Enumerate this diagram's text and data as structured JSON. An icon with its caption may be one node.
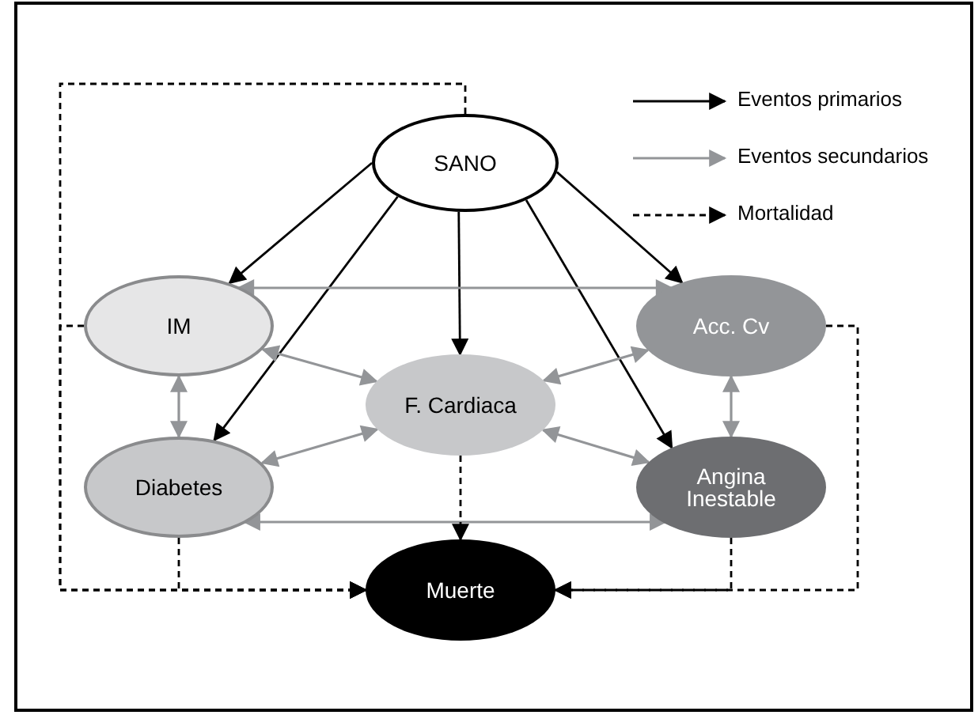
{
  "diagram": {
    "nodes": [
      {
        "text": [
          "SANO"
        ]
      },
      {
        "text": [
          "IM"
        ]
      },
      {
        "text": [
          "Acc. Cv"
        ]
      },
      {
        "text": [
          "F. Cardiaca"
        ]
      },
      {
        "text": [
          "Diabetes"
        ]
      },
      {
        "text": [
          "Angina Inestable"
        ]
      },
      {
        "text": [
          "Muerte"
        ]
      }
    ],
    "edges": [
      {
        "from": 0,
        "to": 1,
        "arrow": "to"
      },
      {
        "from": 0,
        "to": 4,
        "arrow": "to"
      },
      {
        "from": 0,
        "to": 3,
        "arrow": "to"
      },
      {
        "from": 0,
        "to": 5,
        "arrow": "to"
      },
      {
        "from": 0,
        "to": 2,
        "arrow": "to"
      },
      {
        "from": 1,
        "to": 2,
        "arrow": "both",
        "color": "#939598"
      },
      {
        "from": 1,
        "to": 3,
        "arrow": "both",
        "color": "#939598"
      },
      {
        "from": 1,
        "to": 4,
        "arrow": "both",
        "color": "#939598"
      },
      {
        "from": 3,
        "to": 2,
        "arrow": "both",
        "color": "#939598"
      },
      {
        "from": 3,
        "to": 4,
        "arrow": "both",
        "color": "#939598"
      },
      {
        "from": 3,
        "to": 5,
        "arrow": "both",
        "color": "#939598"
      },
      {
        "from": 2,
        "to": 5,
        "arrow": "both",
        "color": "#939598"
      },
      {
        "from": 4,
        "to": 5,
        "arrow": "both",
        "color": "#939598"
      },
      {
        "from": 0,
        "to": 6,
        "arrow": "to",
        "style": "dashed"
      },
      {
        "from": 1,
        "to": 6,
        "arrow": "to",
        "style": "dashed"
      },
      {
        "from": 4,
        "to": 6,
        "arrow": "to",
        "style": "dashed"
      },
      {
        "from": 3,
        "to": 6,
        "arrow": "to",
        "style": "dashed"
      },
      {
        "from": 2,
        "to": 6,
        "arrow": "to",
        "style": "dashed"
      },
      {
        "from": 5,
        "to": 6,
        "arrow": "to",
        "style": "dashed"
      }
    ],
    "legend": [
      {
        "text": "Eventos primarios"
      },
      {
        "text": "Eventos secundarios"
      },
      {
        "text": "Mortalidad"
      }
    ]
  }
}
